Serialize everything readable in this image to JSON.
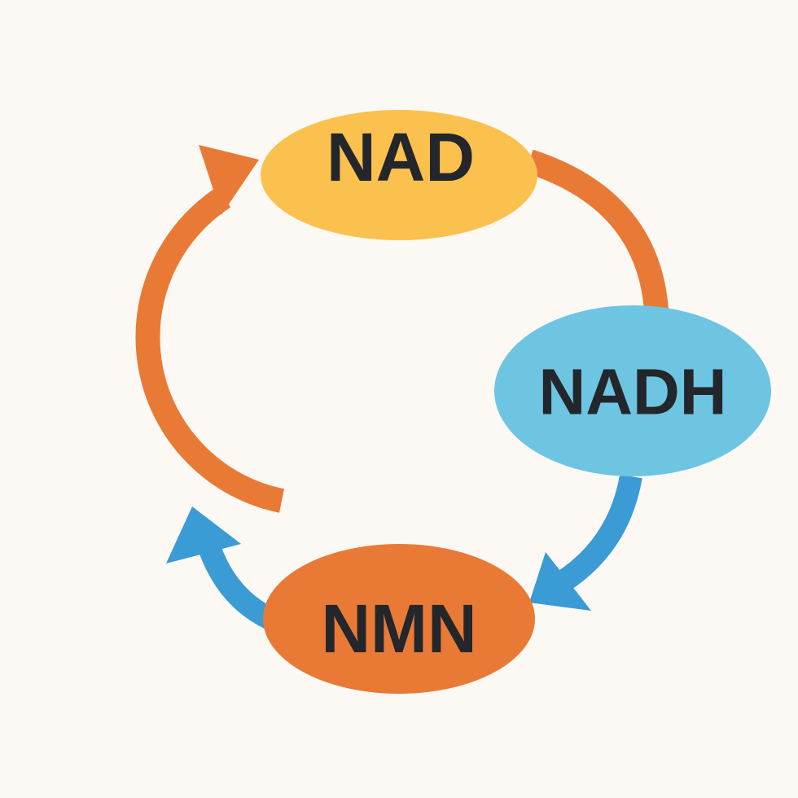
{
  "nodes": {
    "nad": {
      "label": "NAD",
      "color": "#fbc14e"
    },
    "nadh": {
      "label": "NADH",
      "color": "#6ec5e2"
    },
    "nmn": {
      "label": "NMN",
      "color": "#e97a36"
    }
  },
  "arrow_colors": {
    "orange": "#e97a36",
    "blue": "#3a9bd5"
  }
}
